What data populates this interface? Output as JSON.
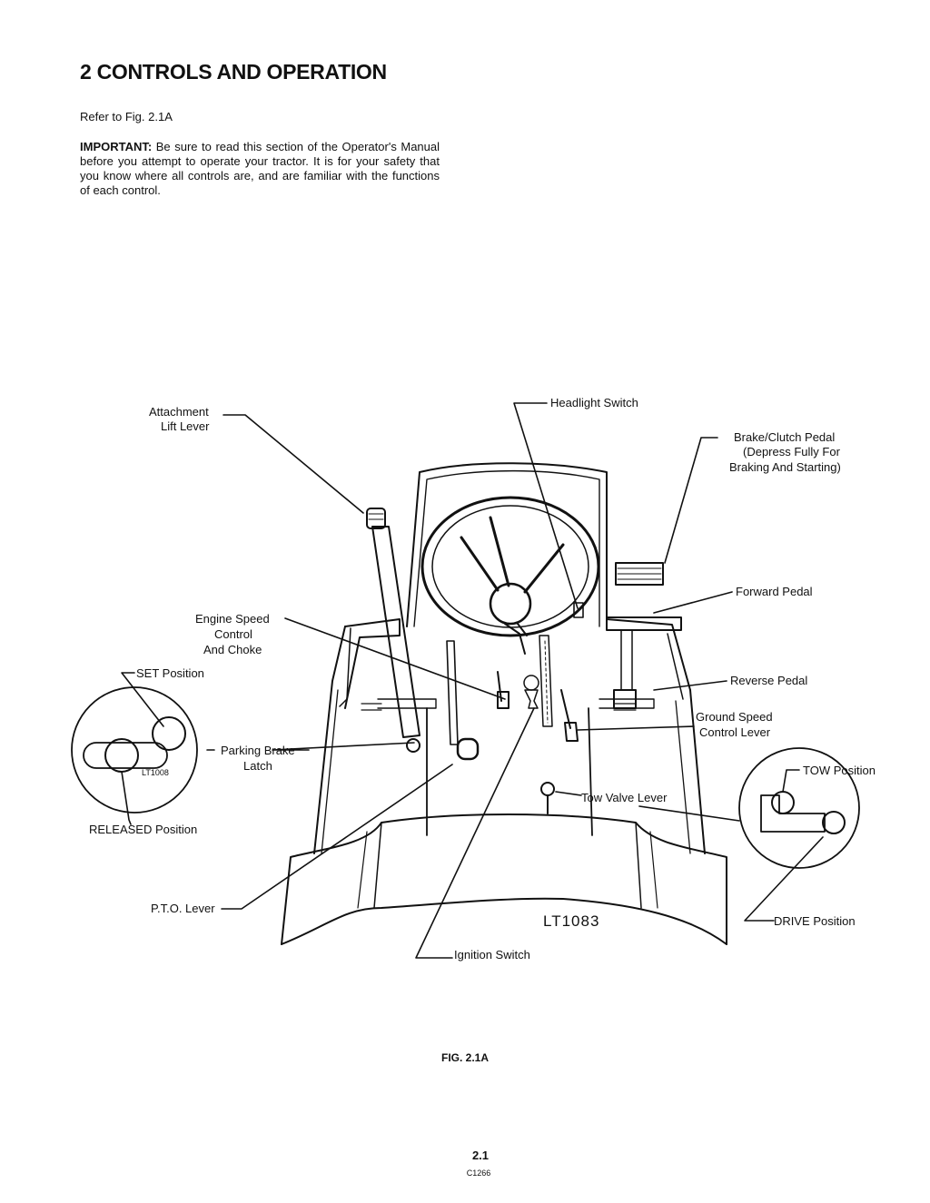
{
  "title": "2 CONTROLS AND OPERATION",
  "refer": "Refer to Fig. 2.1A",
  "important": {
    "lead": "IMPORTANT:",
    "text": "Be sure to read this section of the Operator's Manual before you attempt to operate your tractor. It is for your safety that you know where all controls are, and are familiar with the functions of each control."
  },
  "figure": {
    "labels": {
      "attachment_lift_1": "Attachment",
      "attachment_lift_2": "Lift Lever",
      "headlight_switch": "Headlight Switch",
      "brake_clutch_1": "Brake/Clutch Pedal",
      "brake_clutch_2": "(Depress Fully For",
      "brake_clutch_3": "Braking And Starting)",
      "forward_pedal": "Forward Pedal",
      "engine_speed_1": "Engine Speed",
      "engine_speed_2": "Control",
      "engine_speed_3": "And Choke",
      "set_position": "SET Position",
      "reverse_pedal": "Reverse Pedal",
      "ground_speed_1": "Ground Speed",
      "ground_speed_2": "Control Lever",
      "parking_brake_1": "Parking Brake",
      "parking_brake_2": "Latch",
      "tow_position": "TOW Position",
      "tow_valve_lever": "Tow Valve Lever",
      "released_position": "RELEASED Position",
      "pto_lever": "P.T.O. Lever",
      "drive_position": "DRIVE Position",
      "ignition_switch": "Ignition Switch"
    },
    "inset_code": "LT1008",
    "drawing_code": "LT1083"
  },
  "caption": "FIG. 2.1A",
  "page_number": "2.1",
  "doc_code": "C1266"
}
